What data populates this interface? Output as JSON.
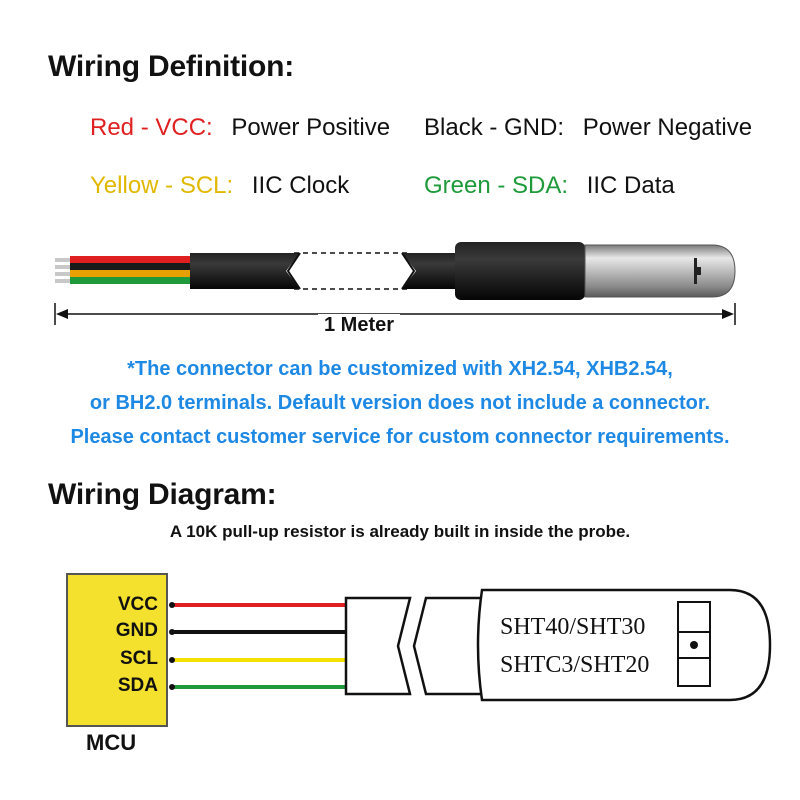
{
  "wiring_definition": {
    "title": "Wiring Definition:",
    "items": [
      {
        "label": "Red - VCC:",
        "desc": "Power Positive",
        "color": "#e02020"
      },
      {
        "label": "Black - GND:",
        "desc": "Power Negative",
        "color": "#111111"
      },
      {
        "label": "Yellow - SCL:",
        "desc": "IIC Clock",
        "color": "#e0b800"
      },
      {
        "label": "Green - SDA:",
        "desc": "IIC Data",
        "color": "#1f9a3a"
      }
    ]
  },
  "cable": {
    "length_label": "1 Meter"
  },
  "note": {
    "lines": [
      "*The connector can be customized with XH2.54, XHB2.54,",
      "or BH2.0 terminals. Default version does not include a connector.",
      "Please contact customer service for custom connector requirements."
    ],
    "color": "#1e88e5"
  },
  "wiring_diagram": {
    "title": "Wiring Diagram:",
    "subtitle": "A 10K pull-up resistor is already built in inside the probe.",
    "mcu_label": "MCU",
    "pins": [
      {
        "name": "VCC",
        "wire_color": "#e02020"
      },
      {
        "name": "GND",
        "wire_color": "#111111"
      },
      {
        "name": "SCL",
        "wire_color": "#f5e000"
      },
      {
        "name": "SDA",
        "wire_color": "#1f9a3a"
      }
    ],
    "sensor_models": [
      "SHT40/SHT30",
      "SHTC3/SHT20"
    ]
  }
}
